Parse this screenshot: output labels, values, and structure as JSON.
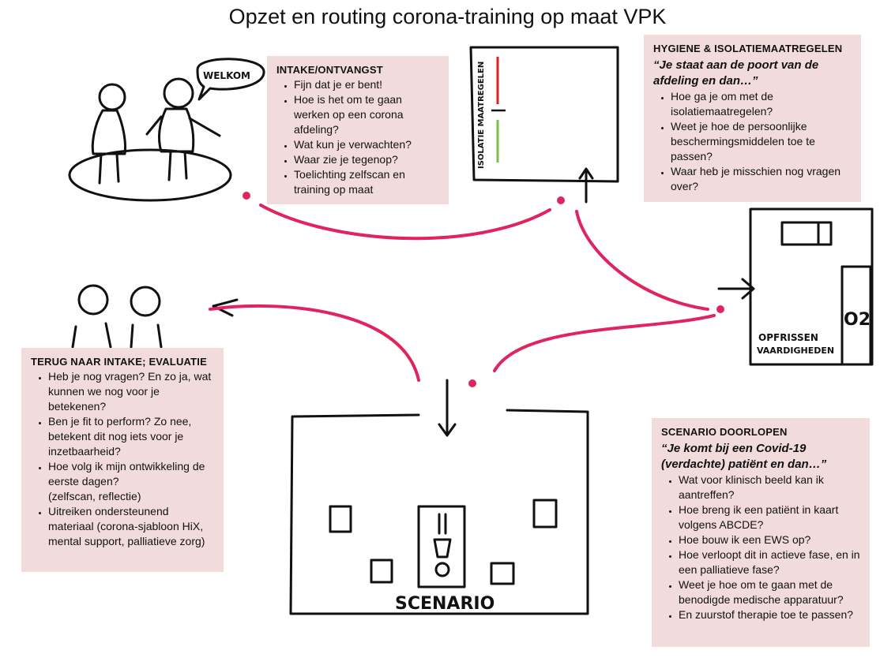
{
  "title": "Opzet en routing corona-training op maat VPK",
  "colors": {
    "box_bg": "#f2dcdb",
    "route": "#e0245e",
    "ink": "#111111",
    "red": "#e02020",
    "green": "#7cc04a"
  },
  "labels": {
    "welkom": "WELKOM",
    "isolatie": "ISOLATIE MAATREGELEN",
    "o2": "O2",
    "opfrissen_1": "OPFRISSEN",
    "opfrissen_2": "VAARDIGHEDEN",
    "scenario": "SCENARIO"
  },
  "intake": {
    "heading": "INTAKE/ONTVANGST",
    "items": [
      "Fijn dat je er bent!",
      "Hoe is het om te gaan werken op een corona afdeling?",
      "Wat kun je verwachten?",
      "Waar zie je tegenop?",
      "Toelichting zelfscan en training op maat"
    ]
  },
  "hygiene": {
    "heading": "HYGIENE & ISOLATIEMAATREGELEN",
    "quote": "“Je staat aan de poort van de afdeling en dan…”",
    "items": [
      "Hoe ga je om met de isolatiemaatregelen?",
      "Weet je hoe de persoonlijke beschermingsmiddelen toe te passen?",
      "Waar heb je misschien nog vragen over?"
    ]
  },
  "terug": {
    "heading": "TERUG NAAR INTAKE; EVALUATIE",
    "items": [
      {
        "text": "Heb je nog vragen? En zo ja, wat kunnen we nog voor je betekenen?",
        "extra": ""
      },
      {
        "text": "Ben je fit to perform? Zo nee, betekent dit nog iets voor je inzetbaarheid?",
        "extra": ""
      },
      {
        "text": "Hoe volg ik mijn ontwikkeling de eerste dagen?",
        "extra": "(zelfscan, reflectie)"
      },
      {
        "text": "Uitreiken ondersteunend materiaal (corona-sjabloon HiX, mental support, palliatieve zorg)",
        "extra": ""
      }
    ]
  },
  "scenario_box": {
    "heading": "SCENARIO DOORLOPEN",
    "quote": "“Je komt bij een Covid-19 (verdachte) patiënt en dan…”",
    "items": [
      "Wat voor klinisch beeld kan ik aantreffen?",
      "Hoe breng ik een patiënt in kaart volgens ABCDE?",
      "Hoe bouw ik een EWS op?",
      "Hoe verloopt dit in actieve fase, en in een palliatieve fase?",
      "Weet je hoe om te gaan met de benodigde  medische apparatuur?",
      "En zuurstof therapie toe te passen?"
    ]
  }
}
